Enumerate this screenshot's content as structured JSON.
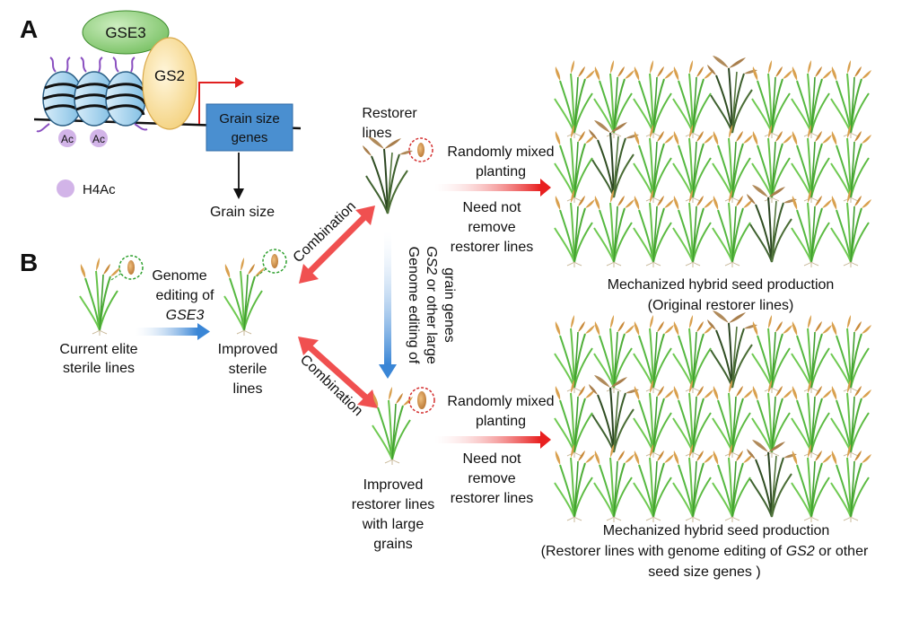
{
  "panel_a": {
    "label": "A",
    "gse3": "GSE3",
    "gs2": "GS2",
    "ac_mark": "Ac",
    "gene_box_line1": "Grain size",
    "gene_box_line2": "genes",
    "output": "Grain size",
    "legend": "H4Ac"
  },
  "panel_b": {
    "label": "B",
    "current_lines": [
      "Current elite",
      "sterile lines"
    ],
    "editing_label": [
      "Genome",
      "editing of"
    ],
    "editing_gene": "GSE3",
    "improved_sterile": [
      "Improved",
      "sterile",
      "lines"
    ],
    "combination": "Combination",
    "restorer": [
      "Restorer",
      "lines"
    ],
    "vertical_arrow": [
      "Genome editing of",
      "or other large",
      "grain genes"
    ],
    "vertical_gene": "GS2",
    "improved_restorer": [
      "Improved",
      "restorer lines",
      "with large",
      "grains"
    ],
    "mixed_planting": [
      "Randomly mixed",
      "planting"
    ],
    "no_remove": [
      "Need not",
      "remove",
      "restorer lines"
    ],
    "field_top_caption": [
      "Mechanized hybrid seed production",
      "(Original restorer lines)"
    ],
    "field_bottom_caption_1": "Mechanized hybrid seed production",
    "field_bottom_caption_2_pre": "(Restorer lines with genome editing of ",
    "field_bottom_caption_2_gene": "GS2",
    "field_bottom_caption_2_post": " or other",
    "field_bottom_caption_3": "seed size genes )"
  },
  "colors": {
    "nucleosome": "#a8d4ee",
    "gse3": "#8fcf7a",
    "gs2": "#f8dfa0",
    "gene_box": "#4a8fd0",
    "h4ac": "#d2b4e8",
    "red_arrow": "#f05050",
    "blue_arrow": "#4a90d9",
    "plant_green": "#4fb83a",
    "plant_dark": "#3a5e2a",
    "grain": "#c9884a"
  }
}
